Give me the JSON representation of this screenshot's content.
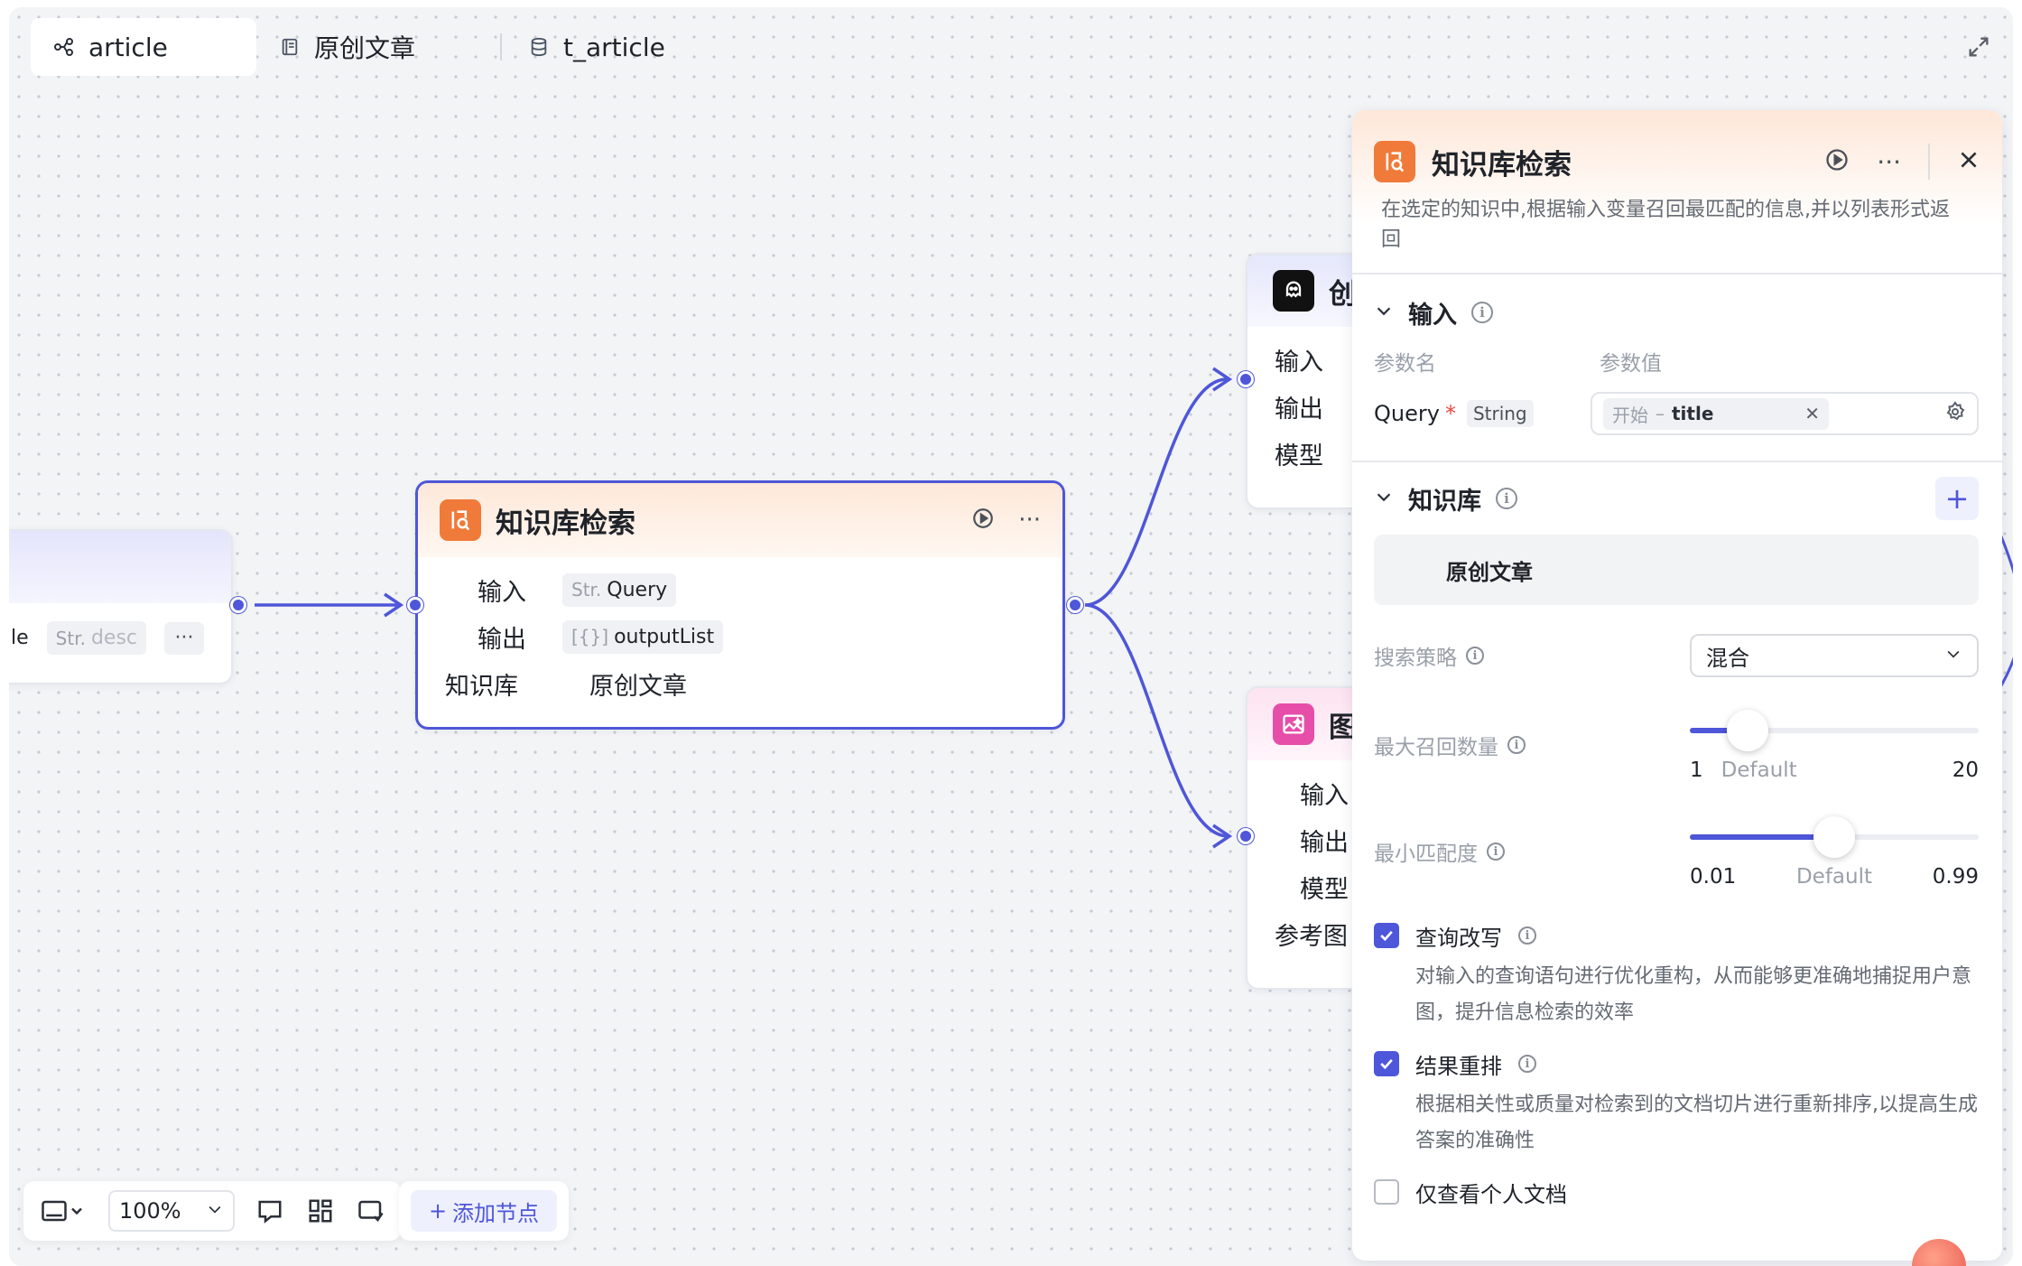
{
  "tabs": [
    {
      "label": "article",
      "icon": "workflow-icon"
    },
    {
      "label": "原创文章",
      "icon": "document-icon"
    },
    {
      "label": "t_article",
      "icon": "database-icon"
    }
  ],
  "left_node": {
    "row_label": "le",
    "tag_type": "Str.",
    "tag_name": "desc"
  },
  "main_node": {
    "title": "知识库检索",
    "input_label": "输入",
    "input_type": "Str.",
    "input_name": "Query",
    "output_label": "输出",
    "output_type": "[{}]",
    "output_name": "outputList",
    "kb_label": "知识库",
    "kb_value": "原创文章"
  },
  "gen_node": {
    "title_partial": "创",
    "rows": [
      "输入",
      "输出",
      "模型"
    ]
  },
  "img_node": {
    "title_partial": "图",
    "rows": [
      "输入",
      "输出",
      "模型",
      "参考图"
    ]
  },
  "toolbar": {
    "zoom": "100%",
    "add_node": "添加节点"
  },
  "panel": {
    "title": "知识库检索",
    "description": "在选定的知识中,根据输入变量召回最匹配的信息,并以列表形式返回",
    "input_section": {
      "label": "输入",
      "col_name": "参数名",
      "col_value": "参数值",
      "param_name": "Query",
      "param_required": "*",
      "param_type": "String",
      "ref_source": "开始",
      "ref_sep": "–",
      "ref_field": "title"
    },
    "kb_section": {
      "label": "知识库",
      "item": "原创文章"
    },
    "search_strategy": {
      "label": "搜索策略",
      "value": "混合"
    },
    "max_recall": {
      "label": "最大召回数量",
      "min": "1",
      "default": "Default",
      "max": "20",
      "fraction": 0.2
    },
    "min_match": {
      "label": "最小匹配度",
      "min": "0.01",
      "default": "Default",
      "max": "0.99",
      "fraction": 0.5
    },
    "query_rewrite": {
      "label": "查询改写",
      "checked": true,
      "desc": "对输入的查询语句进行优化重构，从而能够更准确地捕捉用户意图，提升信息检索的效率"
    },
    "rerank": {
      "label": "结果重排",
      "checked": true,
      "desc": "根据相关性或质量对检索到的文档切片进行重新排序,以提高生成答案的准确性"
    },
    "personal_only": {
      "label": "仅查看个人文档",
      "checked": false
    }
  },
  "colors": {
    "accent": "#4e56d9",
    "node_orange": "#f07a39",
    "node_pink": "#e64ea9"
  }
}
